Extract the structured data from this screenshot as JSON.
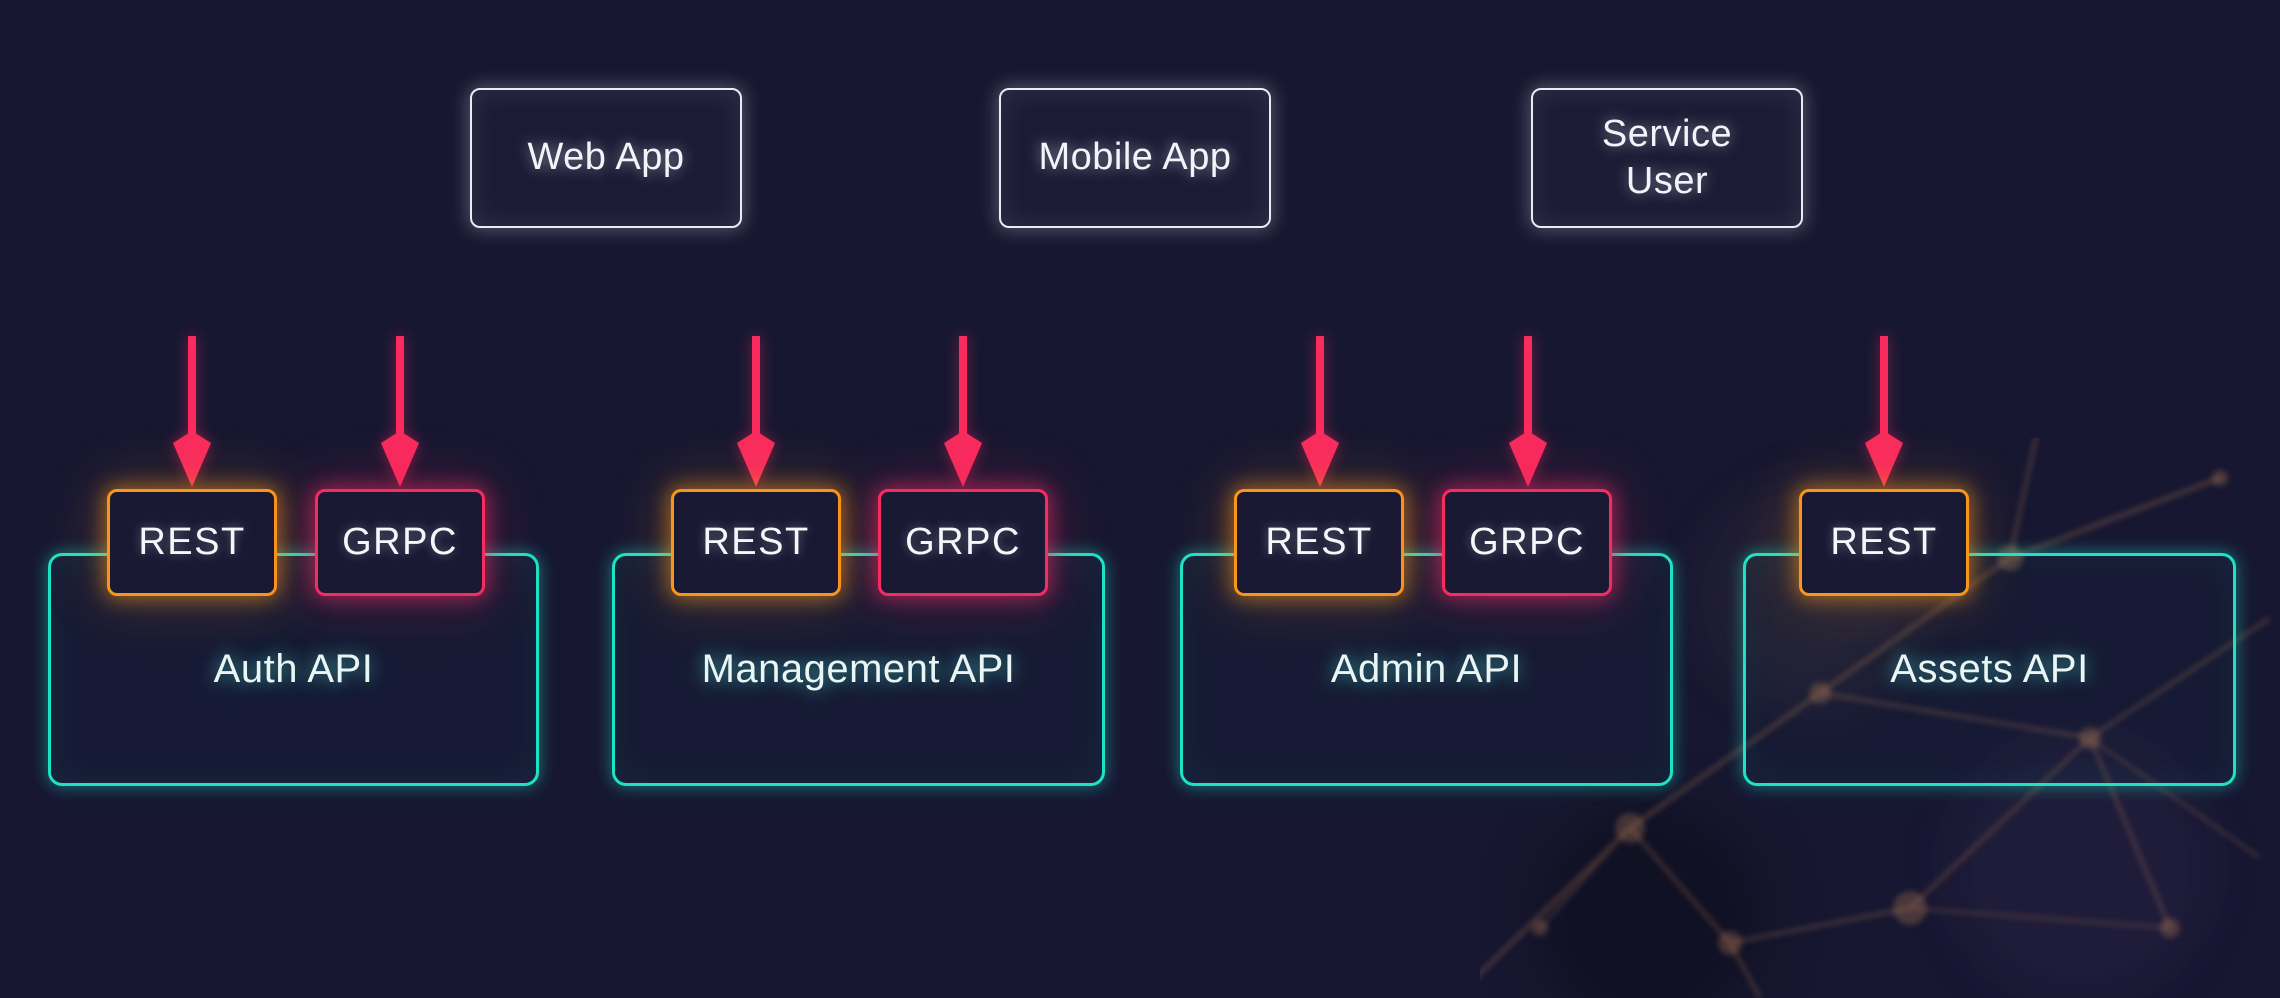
{
  "diagram": {
    "clients": [
      {
        "label": "Web App"
      },
      {
        "label": "Mobile App"
      },
      {
        "label": "Service\nUser"
      }
    ],
    "services": [
      {
        "title": "Auth API"
      },
      {
        "title": "Management API"
      },
      {
        "title": "Admin API"
      },
      {
        "title": "Assets API"
      }
    ],
    "protocols": {
      "rest": "REST",
      "grpc": "GRPC"
    }
  },
  "colors": {
    "background": "#171731",
    "client_border": "#E9EBF5",
    "service_border": "#1DE3C6",
    "rest_border": "#F8951C",
    "grpc_border": "#F62B62",
    "arrow": "#F92B5E",
    "text": "#F2F4FA"
  }
}
